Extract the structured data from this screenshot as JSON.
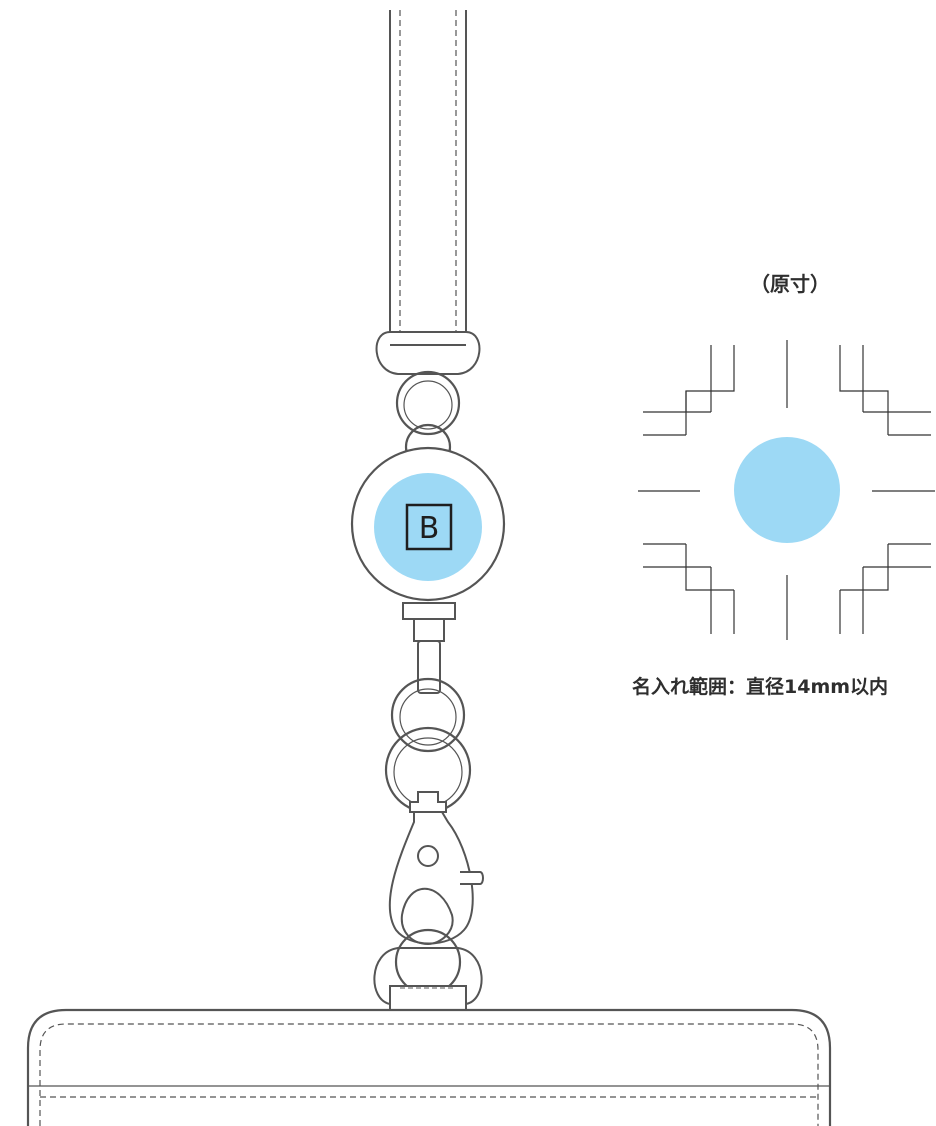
{
  "logo": {
    "letter": "B"
  },
  "labels": {
    "scale": "（原寸）",
    "imprint_area": "名入れ範囲：直径14mm以内"
  },
  "colors": {
    "line": "#555555",
    "imprint_fill": "#9dd9f5",
    "background": "#ffffff"
  }
}
